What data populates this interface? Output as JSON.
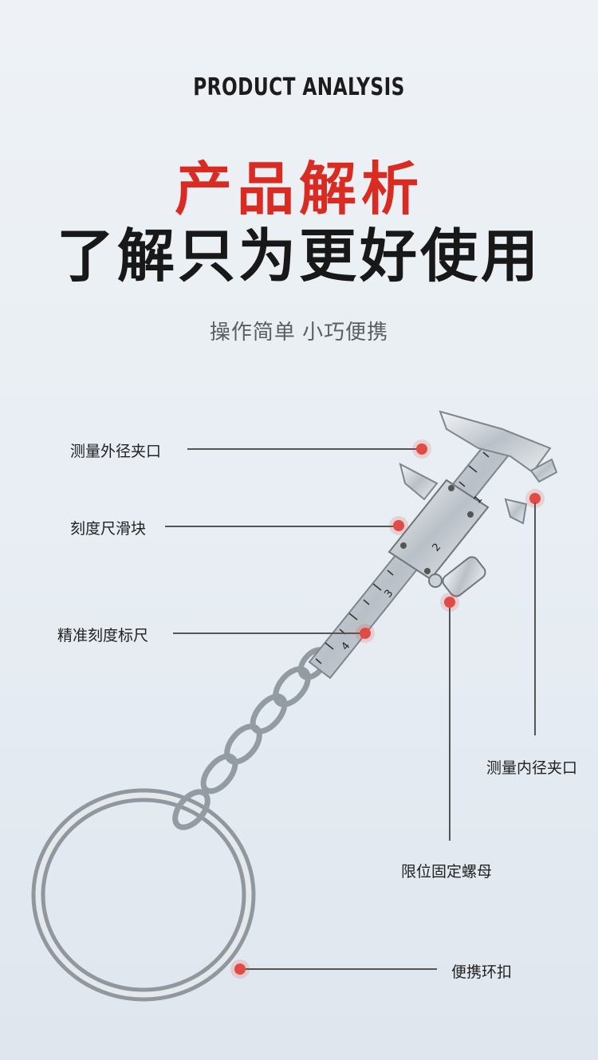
{
  "header": {
    "eyebrow": "PRODUCT ANALYSIS",
    "title_red": "产品解析",
    "title_black": "了解只为更好使用",
    "subtitle": "操作简单 小巧便携"
  },
  "callouts": {
    "outer_jaw": "测量外径夹口",
    "slider": "刻度尺滑块",
    "scale": "精准刻度标尺",
    "inner_jaw": "测量内径夹口",
    "lock_nut": "限位固定螺母",
    "key_ring": "便携环扣"
  },
  "scale_numbers": [
    "1",
    "2",
    "3",
    "4"
  ],
  "colors": {
    "accent": "#d92b21",
    "marker": "#e24b45",
    "text": "#181818"
  }
}
